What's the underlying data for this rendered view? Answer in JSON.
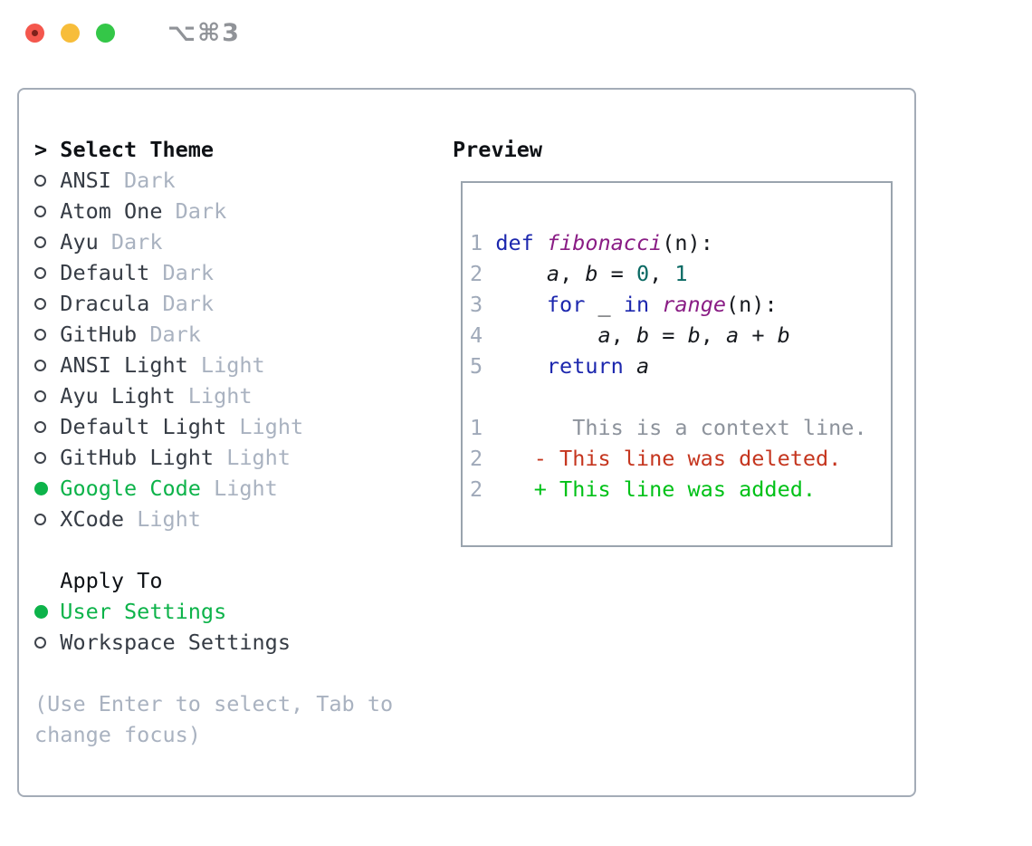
{
  "window": {
    "title": "⌥⌘3"
  },
  "left": {
    "prompt": ">",
    "title": "Select Theme",
    "themes": [
      {
        "name": "ANSI",
        "tag": "Dark",
        "selected": false
      },
      {
        "name": "Atom One",
        "tag": "Dark",
        "selected": false
      },
      {
        "name": "Ayu",
        "tag": "Dark",
        "selected": false
      },
      {
        "name": "Default",
        "tag": "Dark",
        "selected": false
      },
      {
        "name": "Dracula",
        "tag": "Dark",
        "selected": false
      },
      {
        "name": "GitHub",
        "tag": "Dark",
        "selected": false
      },
      {
        "name": "ANSI Light",
        "tag": "Light",
        "selected": false
      },
      {
        "name": "Ayu Light",
        "tag": "Light",
        "selected": false
      },
      {
        "name": "Default Light",
        "tag": "Light",
        "selected": false
      },
      {
        "name": "GitHub Light",
        "tag": "Light",
        "selected": false
      },
      {
        "name": "Google Code",
        "tag": "Light",
        "selected": true
      },
      {
        "name": "XCode",
        "tag": "Light",
        "selected": false
      }
    ],
    "apply_to": {
      "label": "Apply To",
      "options": [
        {
          "label": "User Settings",
          "selected": true
        },
        {
          "label": "Workspace Settings",
          "selected": false
        }
      ]
    },
    "help_lines": [
      "(Use Enter to select, Tab to",
      "change focus)"
    ]
  },
  "preview": {
    "label": "Preview",
    "lines": [
      [
        [
          "ln",
          "1"
        ],
        [
          "p",
          " "
        ],
        [
          "k",
          "def"
        ],
        [
          "p",
          " "
        ],
        [
          "t",
          "fibonacci"
        ],
        [
          "p",
          "(n):"
        ]
      ],
      [
        [
          "ln",
          "2"
        ],
        [
          "p",
          "     "
        ],
        [
          "v",
          "a"
        ],
        [
          "p",
          ", "
        ],
        [
          "v",
          "b"
        ],
        [
          "p",
          " = "
        ],
        [
          "n",
          "0"
        ],
        [
          "p",
          ", "
        ],
        [
          "n",
          "1"
        ]
      ],
      [
        [
          "ln",
          "3"
        ],
        [
          "p",
          "     "
        ],
        [
          "k",
          "for"
        ],
        [
          "p",
          " _ "
        ],
        [
          "k",
          "in"
        ],
        [
          "p",
          " "
        ],
        [
          "t",
          "range"
        ],
        [
          "p",
          "(n):"
        ]
      ],
      [
        [
          "ln",
          "4"
        ],
        [
          "p",
          "         "
        ],
        [
          "v",
          "a"
        ],
        [
          "p",
          ", "
        ],
        [
          "v",
          "b"
        ],
        [
          "p",
          " = "
        ],
        [
          "v",
          "b"
        ],
        [
          "p",
          ", "
        ],
        [
          "v",
          "a"
        ],
        [
          "p",
          " + "
        ],
        [
          "v",
          "b"
        ]
      ],
      [
        [
          "ln",
          "5"
        ],
        [
          "p",
          "     "
        ],
        [
          "k",
          "return"
        ],
        [
          "p",
          " "
        ],
        [
          "v",
          "a"
        ]
      ],
      [],
      [
        [
          "ln",
          "1"
        ],
        [
          "ctx",
          "       This is a context line."
        ]
      ],
      [
        [
          "ln",
          "2"
        ],
        [
          "del",
          "    - This line was deleted."
        ]
      ],
      [
        [
          "ln",
          "2"
        ],
        [
          "add",
          "    + This line was added."
        ]
      ]
    ]
  },
  "colors": {
    "selection_green": "#0db34a",
    "keyword_blue": "#1c27ae",
    "title_purple": "#8a1d85",
    "number_teal": "#0a6963",
    "diff_deleted_red": "#c5361f",
    "diff_added_green": "#00c117",
    "traffic_red": "#f4574d",
    "traffic_yellow": "#f7bd3a",
    "traffic_green": "#34c748"
  }
}
